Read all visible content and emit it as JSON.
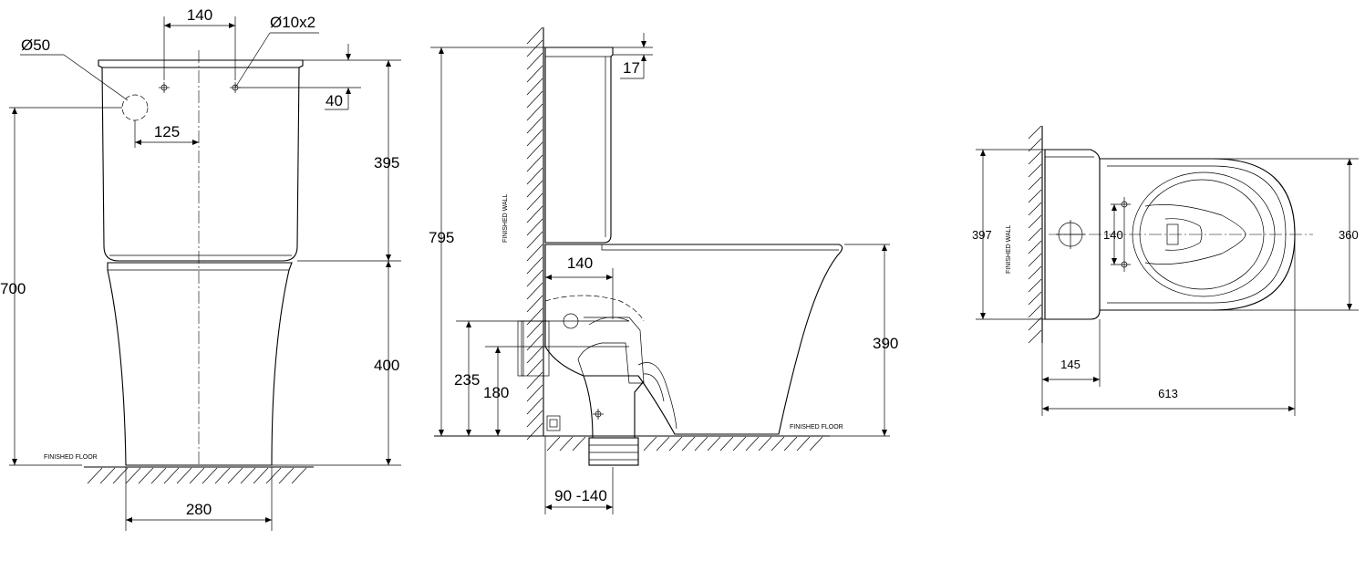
{
  "front_view": {
    "dim_hole_spacing": "140",
    "dim_button_holes": "Ø10x2",
    "dim_inlet": "Ø50",
    "dim_inlet_offset": "125",
    "dim_top_offset": "40",
    "dim_cistern_height": "395",
    "dim_total_height": "700",
    "dim_pan_height": "400",
    "dim_base_width": "280",
    "floor_label": "FINISHED FLOOR"
  },
  "side_view": {
    "dim_lid": "17",
    "dim_total_height": "795",
    "dim_pan_height": "390",
    "dim_outlet_offset": "140",
    "dim_inlet_height": "235",
    "dim_outlet_height": "180",
    "dim_outlet_range": "90 -140",
    "wall_label": "FINISHED WALL",
    "floor_label": "FINISHED FLOOR"
  },
  "top_view": {
    "dim_depth": "397",
    "dim_fixing_spacing": "140",
    "dim_width": "360",
    "dim_cistern_depth": "145",
    "dim_total_length": "613",
    "wall_label": "FINISHED WALL"
  }
}
